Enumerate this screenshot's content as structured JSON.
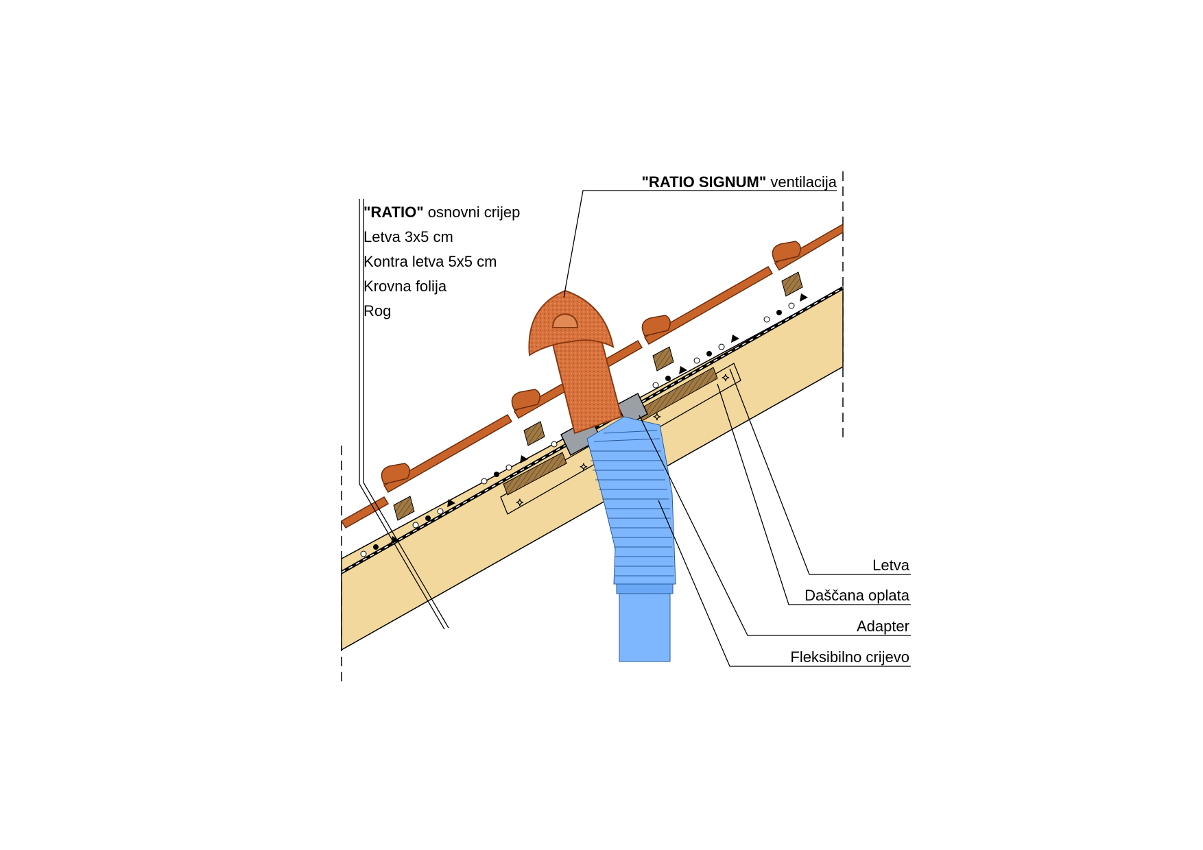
{
  "product_label": {
    "bold": "\"RATIO SIGNUM\"",
    "rest": " ventilacija"
  },
  "layers": {
    "first": {
      "bold": "\"RATIO\"",
      "rest": " osnovni crijep"
    },
    "items": [
      "Letva 3x5 cm",
      "Kontra letva 5x5 cm",
      "Krovna folija",
      "Rog"
    ]
  },
  "callouts": [
    "Letva",
    "Daščana oplata",
    "Adapter",
    "Fleksibilno crijevo"
  ],
  "colors": {
    "rafter": "#f2d89c",
    "tile": "#c8642a",
    "tile_dark": "#8a3a12",
    "vent": "#d9733d",
    "hose": "#7fb7ff",
    "hose_dark": "#4f8fd8",
    "batten": "#8b6a3a",
    "line": "#000000"
  }
}
